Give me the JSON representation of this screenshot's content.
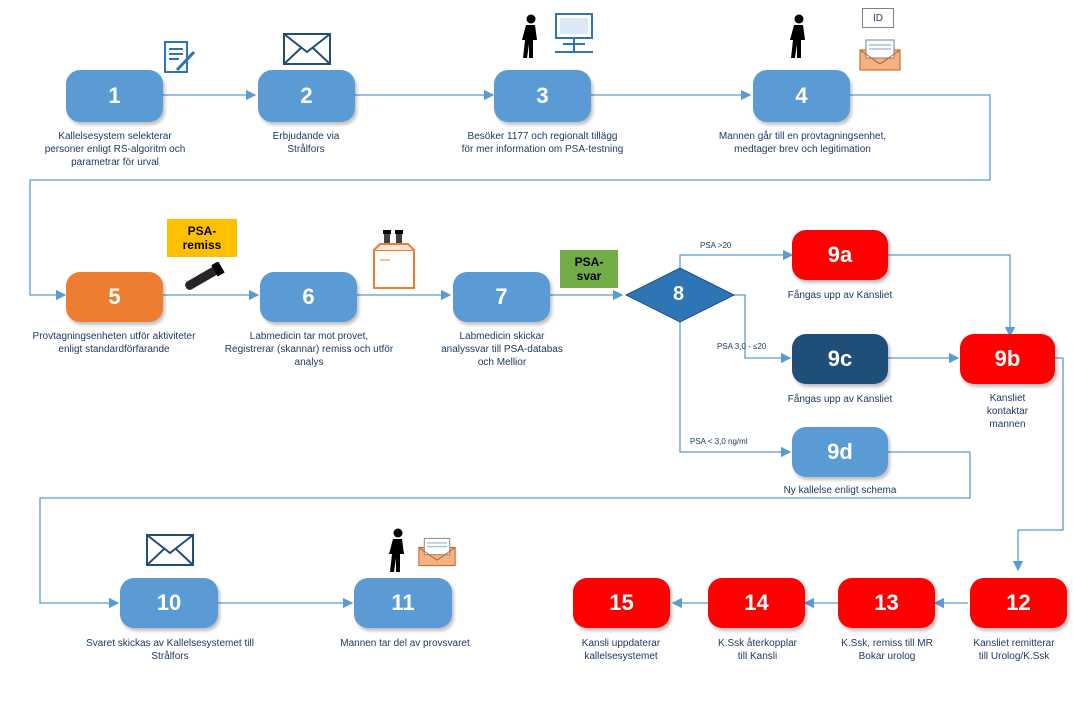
{
  "steps": {
    "s1": {
      "label": "1",
      "caption": [
        "Kallelsesystem selekterar",
        "personer enligt RS-algoritm och",
        "parametrar för urval"
      ]
    },
    "s2": {
      "label": "2",
      "caption": [
        "Erbjudande via",
        "Strålfors"
      ]
    },
    "s3": {
      "label": "3",
      "caption": [
        "Besöker 1177 och  regionalt tillägg",
        "för mer information om PSA-testning"
      ]
    },
    "s4": {
      "label": "4",
      "caption": [
        "Mannen går till en provtagningsenhet,",
        "medtager brev och legitimation"
      ]
    },
    "s5": {
      "label": "5",
      "caption": [
        "Provtagningsenheten utför aktiviteter",
        "enligt standardförfarande"
      ]
    },
    "s6": {
      "label": "6",
      "caption": [
        "Labmedicin tar mot provet,",
        "Registrerar (skannar) remiss och utför",
        "analys"
      ]
    },
    "s7": {
      "label": "7",
      "caption": [
        "Labmedicin skickar",
        "analyssvar till PSA-databas",
        "och Mellior"
      ]
    },
    "s8": {
      "label": "8"
    },
    "s9a": {
      "label": "9a",
      "caption": [
        "Fångas upp av Kansliet"
      ]
    },
    "s9b": {
      "label": "9b",
      "caption": [
        "Kansliet",
        "kontaktar",
        "mannen"
      ]
    },
    "s9c": {
      "label": "9c",
      "caption": [
        "Fångas upp av Kansliet"
      ]
    },
    "s9d": {
      "label": "9d",
      "caption": [
        "Ny kallelse enligt schema"
      ]
    },
    "s10": {
      "label": "10",
      "caption": [
        "Svaret skickas av Kallelsesystemet till",
        "Strålfors"
      ]
    },
    "s11": {
      "label": "11",
      "caption": [
        "Mannen tar del av provsvaret"
      ]
    },
    "s12": {
      "label": "12",
      "caption": [
        "Kansliet remitterar",
        "till Urolog/K.Ssk"
      ]
    },
    "s13": {
      "label": "13",
      "caption": [
        "K.Ssk, remiss till MR",
        "Bokar urolog"
      ]
    },
    "s14": {
      "label": "14",
      "caption": [
        "K.Ssk återkopplar",
        "till Kansli"
      ]
    },
    "s15": {
      "label": "15",
      "caption": [
        "Kansli uppdaterar",
        "kallelsesystemet"
      ]
    }
  },
  "branch_labels": {
    "gt20": "PSA >20",
    "mid": "PSA 3,0 - ≤20",
    "lt3": "PSA < 3,0 ng/ml"
  },
  "tags": {
    "psa_remiss": [
      "PSA-",
      "remiss"
    ],
    "psa_svar": [
      "PSA-",
      "svar"
    ],
    "id_card": "ID"
  },
  "colors": {
    "blue": "#5b9bd5",
    "orange": "#ed7d31",
    "red": "#ff0000",
    "navy": "#1f4e79",
    "line": "#5b9bd5",
    "remiss_tag": "#ffc000",
    "svar_tag": "#70ad47"
  },
  "icons": [
    "document-pen-icon",
    "envelope-icon",
    "person-walking-icon",
    "computer-icon",
    "id-card-icon",
    "open-letter-icon",
    "test-tube-icon",
    "lab-analyzer-icon"
  ]
}
